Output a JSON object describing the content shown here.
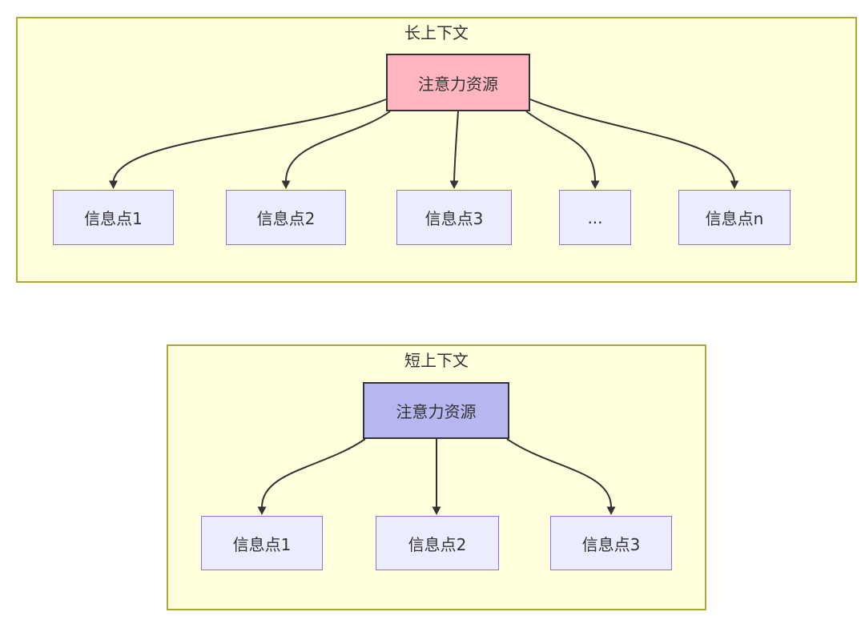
{
  "colors": {
    "canvas_bg": "#ffffff",
    "container_fill": "#ffffde",
    "container_border": "#aaaa33",
    "long_root_fill": "#ffb6c1",
    "short_root_fill": "#b6b6f0",
    "info_node_fill": "#ececff",
    "info_node_border": "#9370db",
    "edge_color": "#333333",
    "text_color": "#333333"
  },
  "long_context": {
    "title": "长上下文",
    "root_label": "注意力资源",
    "nodes": [
      "信息点1",
      "信息点2",
      "信息点3",
      "...",
      "信息点n"
    ]
  },
  "short_context": {
    "title": "短上下文",
    "root_label": "注意力资源",
    "nodes": [
      "信息点1",
      "信息点2",
      "信息点3"
    ]
  }
}
